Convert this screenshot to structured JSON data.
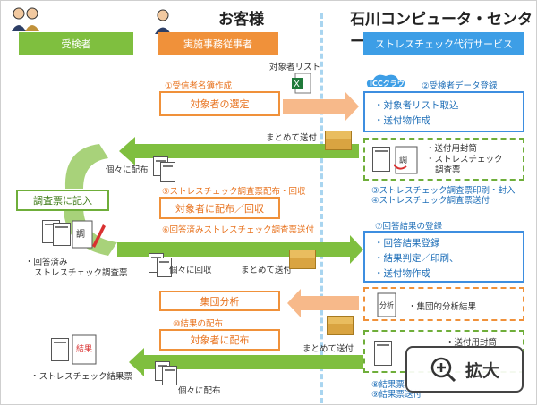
{
  "headers": {
    "customer": "お客様",
    "center": "石川コンピュータ・センター"
  },
  "roles": {
    "examinee": "受検者",
    "staff": "実施事務従事者",
    "service": "ストレスチェック代行サービス"
  },
  "left": {
    "target_list_label": "対象者リスト",
    "step1_caption": "①受信者名簿作成",
    "step1_box": "対象者の選定",
    "step5_caption": "⑤ストレスチェック調査票配布・回収",
    "step5_box": "対象者に配布／回収",
    "step6_caption": "⑥回答済みストレスチェック調査票送付",
    "analysis_box": "集団分析",
    "step10_caption": "⑩結果の配布",
    "step10_box": "対象者に配布",
    "send_together_1": "まとめて送付",
    "send_together_2": "まとめて送付",
    "send_together_3": "まとめて送付",
    "distribute_each_1": "個々に配布",
    "collect_each": "個々に回収",
    "distribute_each_2": "個々に配布",
    "write_box": "調査票に記入",
    "answered_doc": "・回答済み\nストレスチェック調査票",
    "answered_doc_l1": "・回答済み",
    "answered_doc_l2": "ストレスチェック調査票",
    "result_doc": "・ストレスチェック結果票"
  },
  "right": {
    "icc_logo": "ICCクラウド",
    "step2_caption": "②受検者データ登録",
    "step2_items": [
      "・対象者リスト取込",
      "・送付物作成"
    ],
    "pack_items": [
      "・送付用封筒",
      "・ストレスチェック",
      "調査票"
    ],
    "step34_caption_1": "③ストレスチェック調査票印刷・封入",
    "step34_caption_2": "④ストレスチェック調査票送付",
    "step7_caption": "⑦回答結果の登録",
    "step7_items": [
      "・回答結果登録",
      "・結果判定／印刷、",
      "・送付物作成"
    ],
    "group_result": "・集団的分析結果",
    "result_pack_item": "・送付用封筒",
    "step8_caption": "⑧結果票",
    "step9_caption": "⑨結果票送付"
  },
  "zoom_button": {
    "label": "拡大",
    "icon": "zoom-in-icon"
  },
  "colors": {
    "green": "#7fbf3f",
    "orange": "#f0913a",
    "blue": "#3d9ee6"
  }
}
